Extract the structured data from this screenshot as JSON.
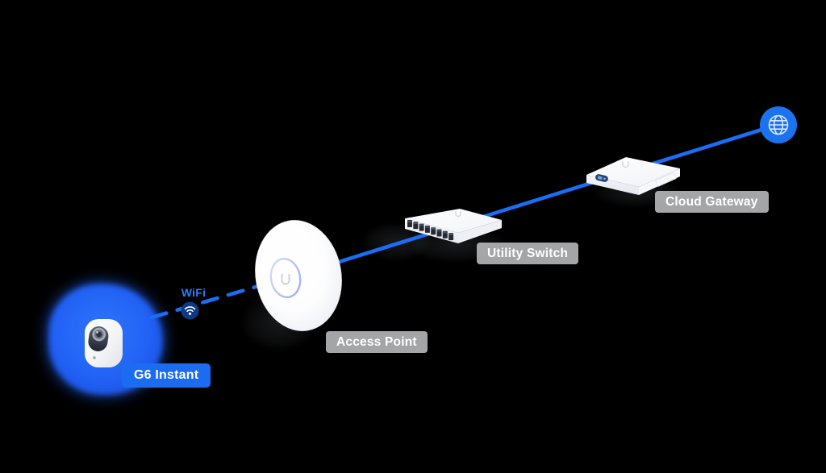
{
  "diagram": {
    "name": "camera-network-topology",
    "background": "#000000",
    "connection_color": "#1a6df5",
    "labels": {
      "camera": "G6 Instant",
      "wifi": "WiFi",
      "access_point": "Access Point",
      "utility_switch": "Utility Switch",
      "cloud_gateway": "Cloud Gateway"
    },
    "label_styles": {
      "device_bg": "rgba(200,201,204,0.82)",
      "device_text": "#ffffff",
      "camera_label_bg": "#1c6cf2",
      "wifi_text_color": "#2c7cf8"
    },
    "colors": {
      "camera_glow": "#2263f5",
      "wifi_badge": "#0e3a85",
      "internet_badge": "#1b73f0",
      "access_point_ring": "#aebdf4"
    },
    "icons": {
      "wifi": "wifi-icon",
      "internet": "globe-icon"
    },
    "connections": [
      {
        "from": "camera",
        "to": "access_point",
        "style": "dashed",
        "medium": "wifi"
      },
      {
        "from": "access_point",
        "to": "internet",
        "style": "solid",
        "medium": "wired",
        "passes_through": [
          "utility_switch",
          "cloud_gateway"
        ]
      }
    ]
  }
}
